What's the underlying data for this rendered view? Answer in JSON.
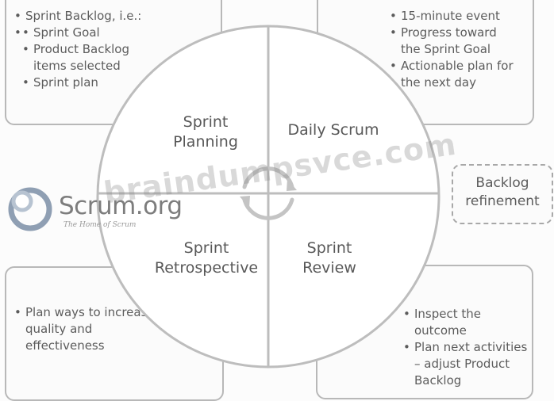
{
  "events": {
    "sprint_planning": "Sprint\nPlanning",
    "daily_scrum": "Daily Scrum",
    "sprint_retrospective": "Sprint\nRetrospective",
    "sprint_review": "Sprint\nReview",
    "backlog_refinement": "Backlog\nrefinement"
  },
  "notes": {
    "planning": {
      "intro": "Sprint Backlog, i.e.:",
      "items": [
        "Sprint Goal",
        "Product Backlog items selected",
        "Sprint plan"
      ]
    },
    "daily": {
      "items": [
        "15-minute event",
        "Progress toward the Sprint Goal",
        "Actionable plan for the next day"
      ]
    },
    "retrospective": {
      "items": [
        "Plan ways to increase quality and effectiveness"
      ]
    },
    "review": {
      "items": [
        "Inspect the outcome",
        "Plan next activities – adjust Product Backlog"
      ]
    }
  },
  "logo": {
    "name": "Scrum.org",
    "tagline": "The Home of Scrum"
  },
  "watermark": "braindumpsvce.com",
  "colors": {
    "stroke": "#bdbdbd",
    "text": "#5c5c5c",
    "background": "#fcfcfc"
  }
}
